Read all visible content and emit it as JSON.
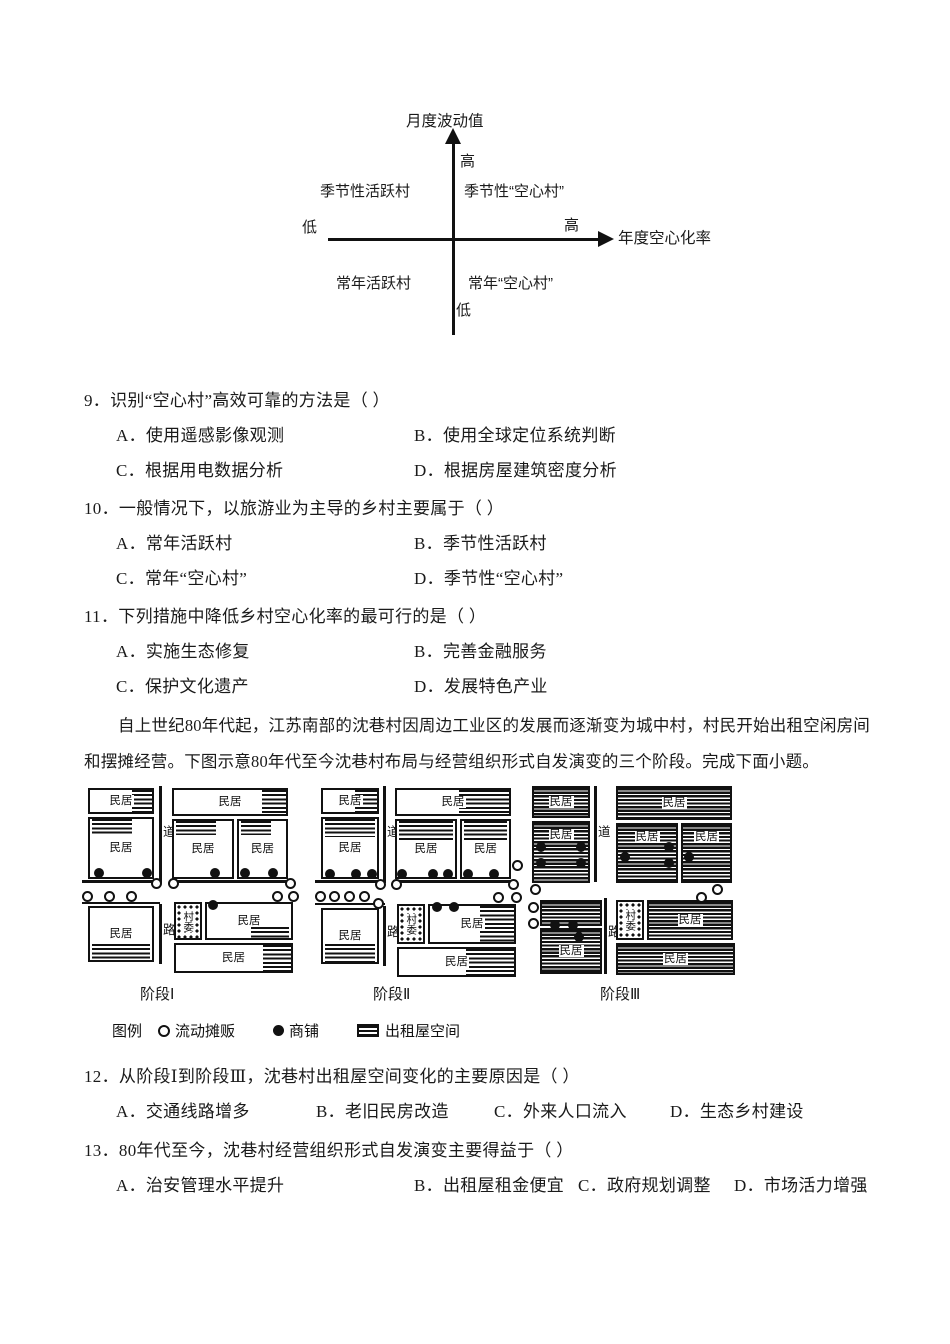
{
  "quadrant_figure": {
    "y_axis_title": "月度波动值",
    "y_high": "高",
    "y_low": "低",
    "x_axis_title": "年度空心化率",
    "x_high": "高",
    "x_low": "低",
    "quadrant_top_left": "季节性活跃村",
    "quadrant_top_right": "季节性“空心村”",
    "quadrant_bottom_left": "常年活跃村",
    "quadrant_bottom_right": "常年“空心村”"
  },
  "questions": [
    {
      "stem": "9．识别“空心村”高效可靠的方法是（  ）",
      "options": [
        "A．使用遥感影像观测",
        "B．使用全球定位系统判断",
        "C．根据用电数据分析",
        "D．根据房屋建筑密度分析"
      ]
    },
    {
      "stem": "10．一般情况下，以旅游业为主导的乡村主要属于（  ）",
      "options": [
        "A．常年活跃村",
        "B．季节性活跃村",
        "C．常年“空心村”",
        "D．季节性“空心村”"
      ]
    },
    {
      "stem": "11．下列措施中降低乡村空心化率的最可行的是（  ）",
      "options": [
        "A．实施生态修复",
        "B．完善金融服务",
        "C．保护文化遗产",
        "D．发展特色产业"
      ]
    },
    {
      "stem": "12．从阶段Ⅰ到阶段Ⅲ，沈巷村出租屋空间变化的主要原因是（  ）",
      "options": [
        "A．交通线路增多",
        "B．老旧民房改造",
        "C．外来人口流入",
        "D．生态乡村建设"
      ]
    },
    {
      "stem": "13．80年代至今，沈巷村经营组织形式自发演变主要得益于（  ）",
      "options": [
        "A．治安管理水平提升",
        "B．出租屋租金便宜",
        "C．政府规划调整",
        "D．市场活力增强"
      ]
    }
  ],
  "intro_paragraph": "自上世纪80年代起，江苏南部的沈巷村因周边工业区的发展而逐渐变为城中村，村民开始出租空闲房间和摆摊经营。下图示意80年代至今沈巷村布局与经营组织形式自发演变的三个阶段。完成下面小题。",
  "village_figure": {
    "stage_captions": [
      "阶段Ⅰ",
      "阶段Ⅱ",
      "阶段Ⅲ"
    ],
    "building_label": "民居",
    "committee_label": "村委",
    "road_label_vertical": "道",
    "road_label_horizontal": "路"
  },
  "legend": {
    "title": "图例",
    "items": [
      {
        "icon": "circle-hollow-icon",
        "label": "流动摊贩"
      },
      {
        "icon": "circle-filled-icon",
        "label": "商铺"
      },
      {
        "icon": "hatch-rect-icon",
        "label": "出租屋空间"
      }
    ]
  },
  "colors": {
    "ink": "#111111",
    "paper": "#ffffff"
  }
}
